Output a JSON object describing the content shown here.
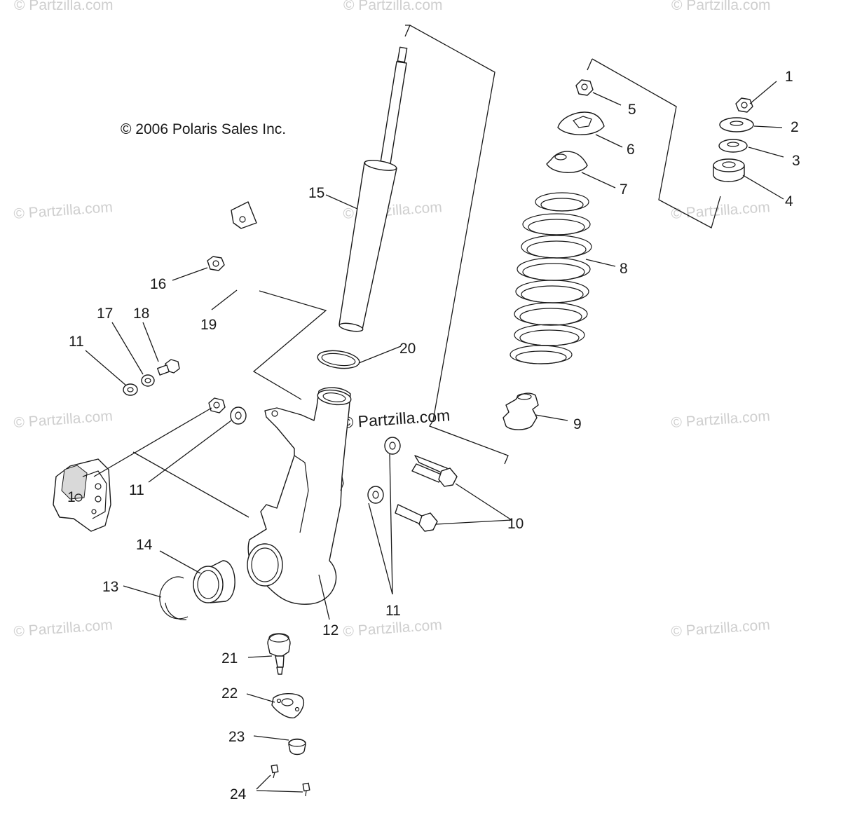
{
  "copyright": "© 2006 Polaris Sales Inc.",
  "center_watermark": "© Partzilla.com",
  "watermark": "© Partzilla.com",
  "labels": {
    "p1": "1",
    "p2": "2",
    "p3": "3",
    "p4": "4",
    "p5": "5",
    "p6": "6",
    "p7": "7",
    "p8": "8",
    "p9": "9",
    "p10": "10",
    "p11a": "11",
    "p11b": "11",
    "p11c": "11",
    "p12": "12",
    "p13": "13",
    "p14": "14",
    "p15": "15",
    "p16": "16",
    "p17": "17",
    "p18": "18",
    "p19": "19",
    "p20": "20",
    "p21": "21",
    "p22": "22",
    "p23": "23",
    "p24": "24",
    "p1b": "1"
  }
}
